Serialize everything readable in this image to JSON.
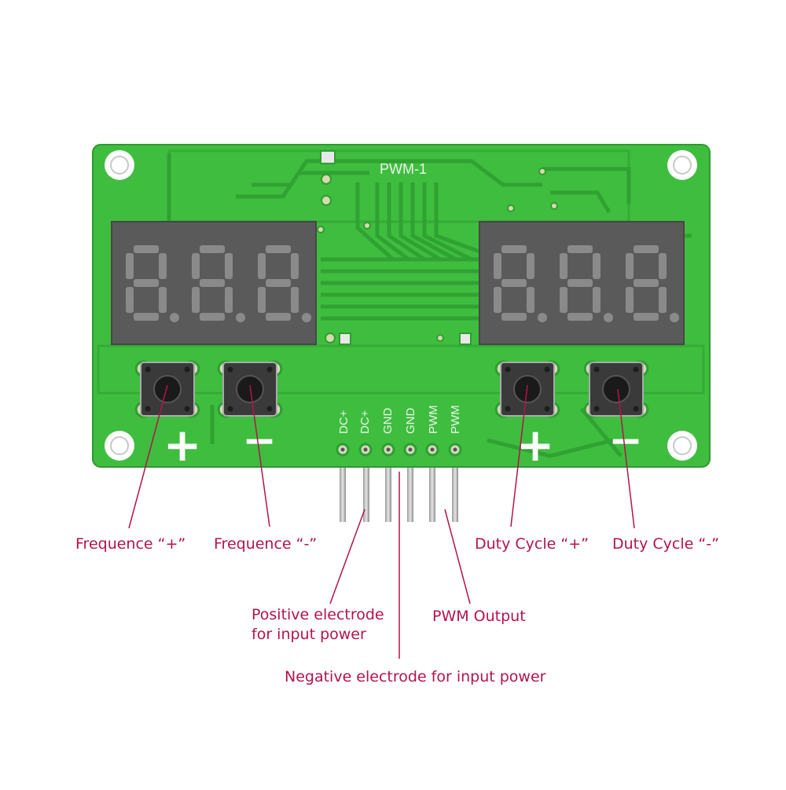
{
  "board": {
    "title": "PWM-1",
    "colors": {
      "pcb": "#3fbd3f",
      "trace": "#2e9e30",
      "display": "#5a5a5a",
      "segment": "#8a8a8a",
      "silk": "#ffffff",
      "callout": "#b3134d"
    },
    "displays": [
      {
        "name": "frequency-display",
        "digits": "8.8.8."
      },
      {
        "name": "duty-cycle-display",
        "digits": "8.8.8."
      }
    ],
    "button_signs": {
      "plus": "+",
      "minus": "−"
    },
    "pins": [
      "DC+",
      "DC+",
      "GND",
      "GND",
      "PWM",
      "PWM"
    ]
  },
  "callouts": {
    "freq_plus": "Frequence “+”",
    "freq_minus": "Frequence “-”",
    "duty_plus": "Duty Cycle “+”",
    "duty_minus": "Duty Cycle “-”",
    "positive_line1": "Positive electrode",
    "positive_line2": "for input power",
    "pwm_output": "PWM Output",
    "negative": "Negative electrode for input power"
  }
}
